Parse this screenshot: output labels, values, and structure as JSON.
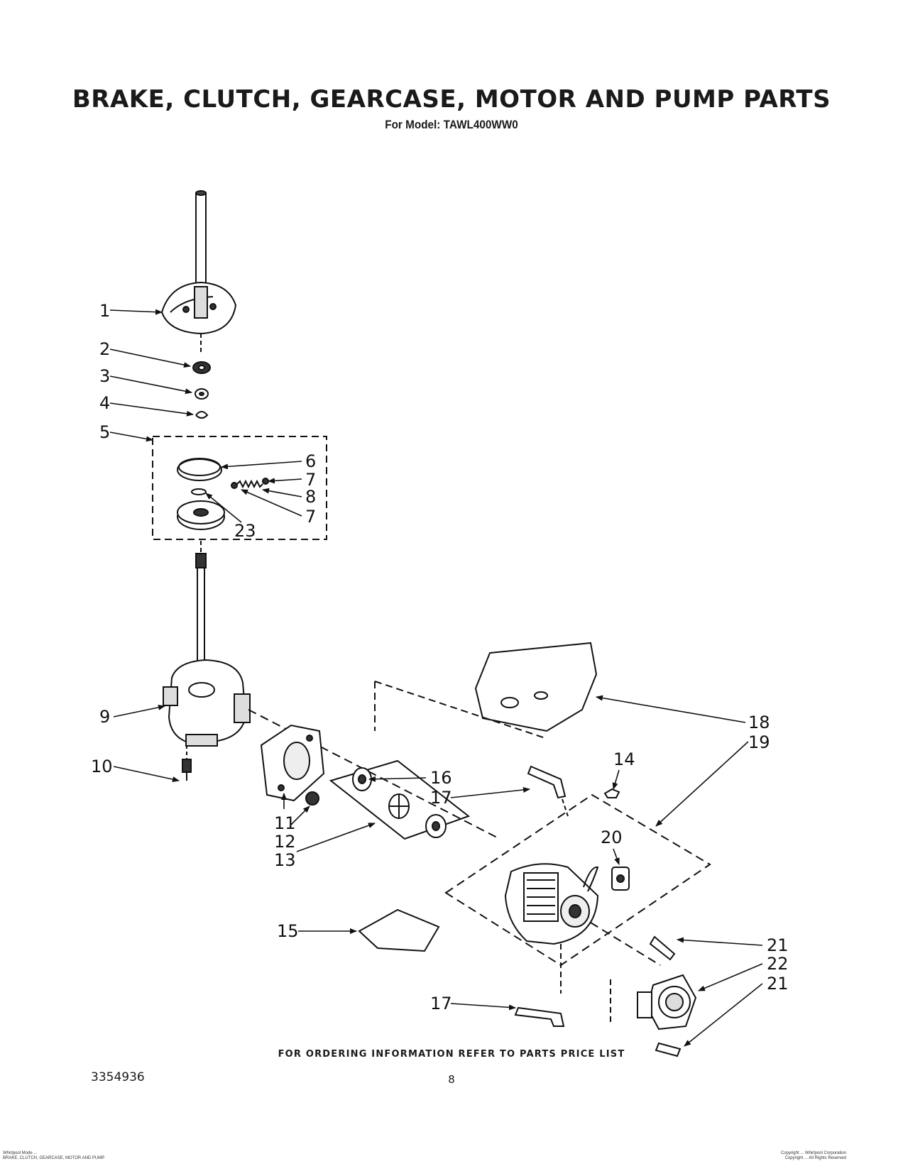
{
  "header": {
    "title": "BRAKE, CLUTCH, GEARCASE, MOTOR AND PUMP PARTS",
    "model_line": "For Model: TAWL400WW0"
  },
  "callouts": [
    {
      "id": "c1",
      "label": "1"
    },
    {
      "id": "c2",
      "label": "2"
    },
    {
      "id": "c3",
      "label": "3"
    },
    {
      "id": "c4",
      "label": "4"
    },
    {
      "id": "c5",
      "label": "5"
    },
    {
      "id": "c6",
      "label": "6"
    },
    {
      "id": "c7a",
      "label": "7"
    },
    {
      "id": "c8",
      "label": "8"
    },
    {
      "id": "c7b",
      "label": "7"
    },
    {
      "id": "c23",
      "label": "23"
    },
    {
      "id": "c9",
      "label": "9"
    },
    {
      "id": "c10",
      "label": "10"
    },
    {
      "id": "c11",
      "label": "11"
    },
    {
      "id": "c12",
      "label": "12"
    },
    {
      "id": "c13",
      "label": "13"
    },
    {
      "id": "c14",
      "label": "14"
    },
    {
      "id": "c15",
      "label": "15"
    },
    {
      "id": "c16",
      "label": "16"
    },
    {
      "id": "c17a",
      "label": "17"
    },
    {
      "id": "c17b",
      "label": "17"
    },
    {
      "id": "c18",
      "label": "18"
    },
    {
      "id": "c19",
      "label": "19"
    },
    {
      "id": "c20",
      "label": "20"
    },
    {
      "id": "c21a",
      "label": "21"
    },
    {
      "id": "c22",
      "label": "22"
    },
    {
      "id": "c21b",
      "label": "21"
    }
  ],
  "footer": {
    "ordering_note": "FOR ORDERING INFORMATION REFER TO PARTS PRICE LIST",
    "doc_number": "3354936",
    "page_number": "8",
    "fine_print_left": [
      "Whirlpool Mode ...",
      "BRAKE, CLUTCH, GEARCASE, MOTOR AND PUMP"
    ],
    "fine_print_right": [
      "Copyright ... Whirlpool Corporation",
      "Copyright ... All Rights Reserved"
    ]
  }
}
